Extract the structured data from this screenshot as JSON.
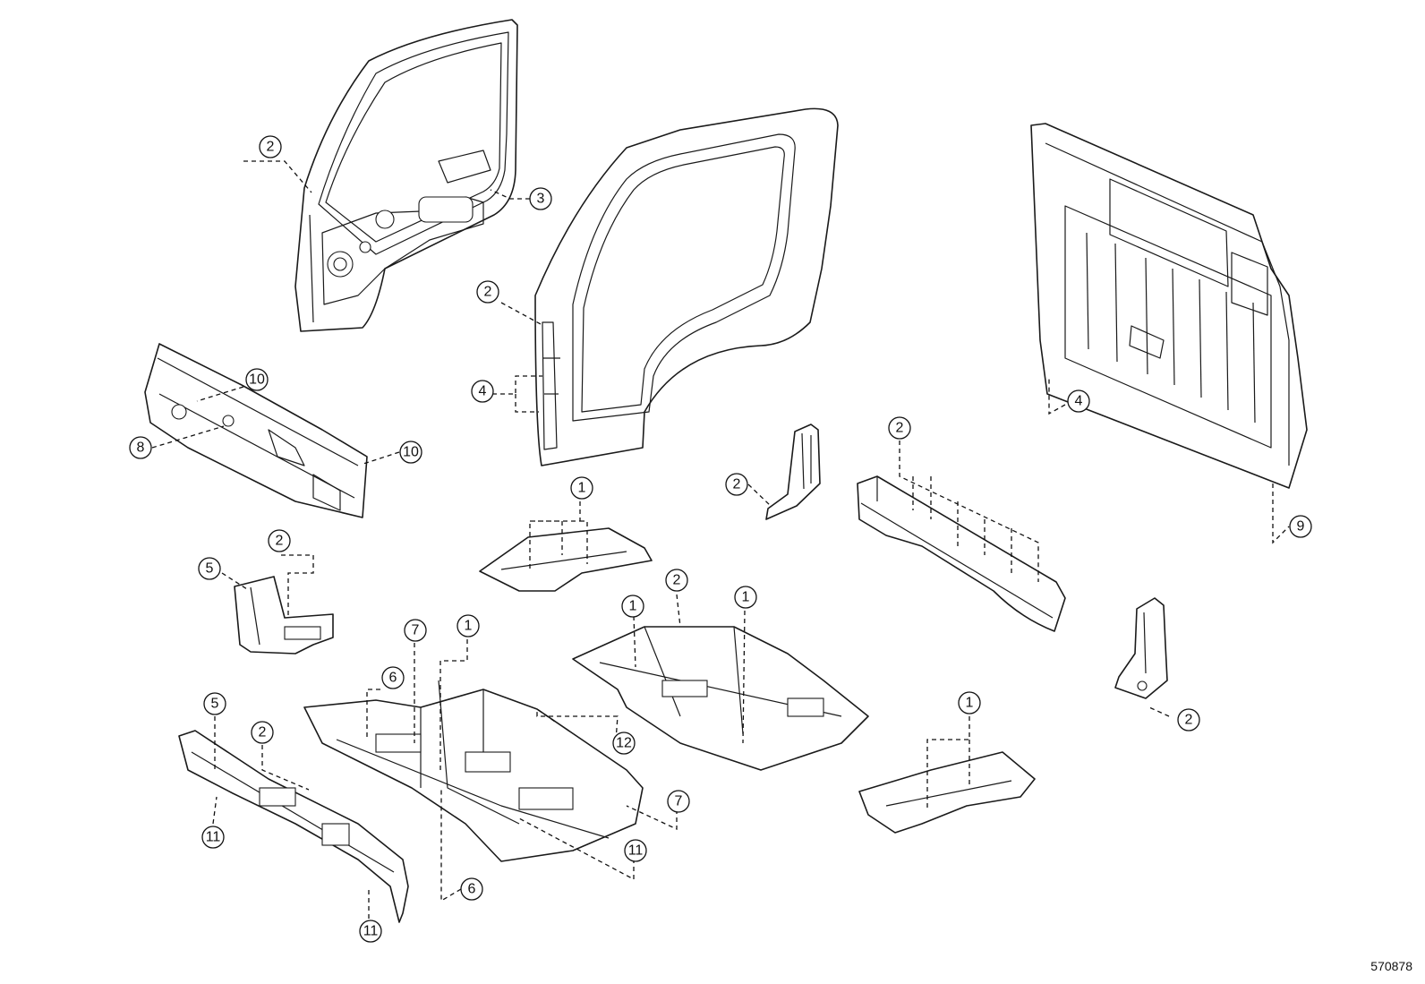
{
  "diagram": {
    "id_label": "570878",
    "callouts": [
      {
        "key": "c1",
        "label": "2"
      },
      {
        "key": "c2",
        "label": "3"
      },
      {
        "key": "c3",
        "label": "2"
      },
      {
        "key": "c4",
        "label": "4"
      },
      {
        "key": "c5",
        "label": "10"
      },
      {
        "key": "c6",
        "label": "8"
      },
      {
        "key": "c7",
        "label": "10"
      },
      {
        "key": "c8",
        "label": "4"
      },
      {
        "key": "c9",
        "label": "2"
      },
      {
        "key": "c10",
        "label": "1"
      },
      {
        "key": "c11",
        "label": "2"
      },
      {
        "key": "c12",
        "label": "9"
      },
      {
        "key": "c13",
        "label": "2"
      },
      {
        "key": "c14",
        "label": "5"
      },
      {
        "key": "c15",
        "label": "7"
      },
      {
        "key": "c16",
        "label": "1"
      },
      {
        "key": "c17",
        "label": "1"
      },
      {
        "key": "c18",
        "label": "2"
      },
      {
        "key": "c19",
        "label": "1"
      },
      {
        "key": "c20",
        "label": "6"
      },
      {
        "key": "c21",
        "label": "5"
      },
      {
        "key": "c22",
        "label": "2"
      },
      {
        "key": "c23",
        "label": "12"
      },
      {
        "key": "c24",
        "label": "1"
      },
      {
        "key": "c25",
        "label": "2"
      },
      {
        "key": "c26",
        "label": "7"
      },
      {
        "key": "c27",
        "label": "11"
      },
      {
        "key": "c28",
        "label": "11"
      },
      {
        "key": "c29",
        "label": "6"
      },
      {
        "key": "c30",
        "label": "11"
      }
    ]
  }
}
